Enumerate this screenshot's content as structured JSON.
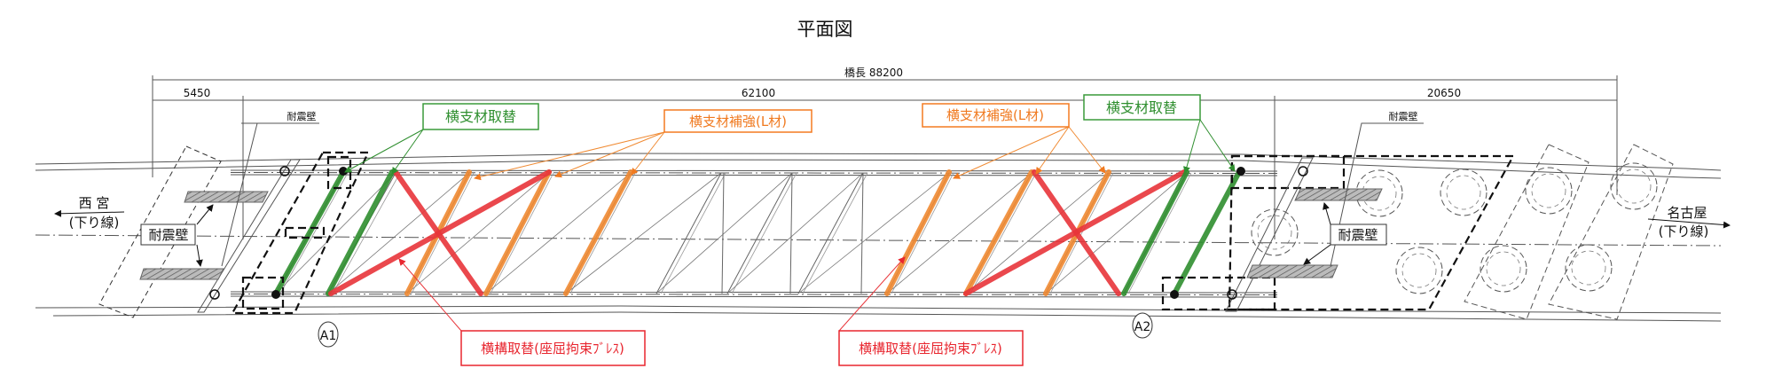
{
  "title": "平面図",
  "dimensions": {
    "bridge_length": "橋長 88200",
    "left_span": "5450",
    "main_span": "62100",
    "right_span": "20650"
  },
  "directions": {
    "left_city": "西 宮",
    "left_line": "(下り線)",
    "right_city": "名古屋",
    "right_line": "(下り線)"
  },
  "abutments": {
    "a1": "A1",
    "a2": "A2"
  },
  "labels": {
    "seismic_wall_small_left": "耐震壁",
    "seismic_wall_small_right": "耐震壁",
    "seismic_wall_box_left": "耐震壁",
    "seismic_wall_box_right": "耐震壁",
    "lateral_replace_left": "横支材取替",
    "lateral_replace_right": "横支材取替",
    "lateral_reinforce_left": "横支材補強(L材)",
    "lateral_reinforce_right": "横支材補強(L材)",
    "bracing_replace_left": "横構取替(座屈拘束ﾌﾞﾚｽ)",
    "bracing_replace_right": "横構取替(座屈拘束ﾌﾞﾚｽ)"
  },
  "colors": {
    "green": "#2f8f2f",
    "orange": "#f08a32",
    "red": "#e8353a",
    "green_border": "#3a9a3a",
    "orange_border": "#f47a20",
    "red_border": "#e8262f"
  }
}
